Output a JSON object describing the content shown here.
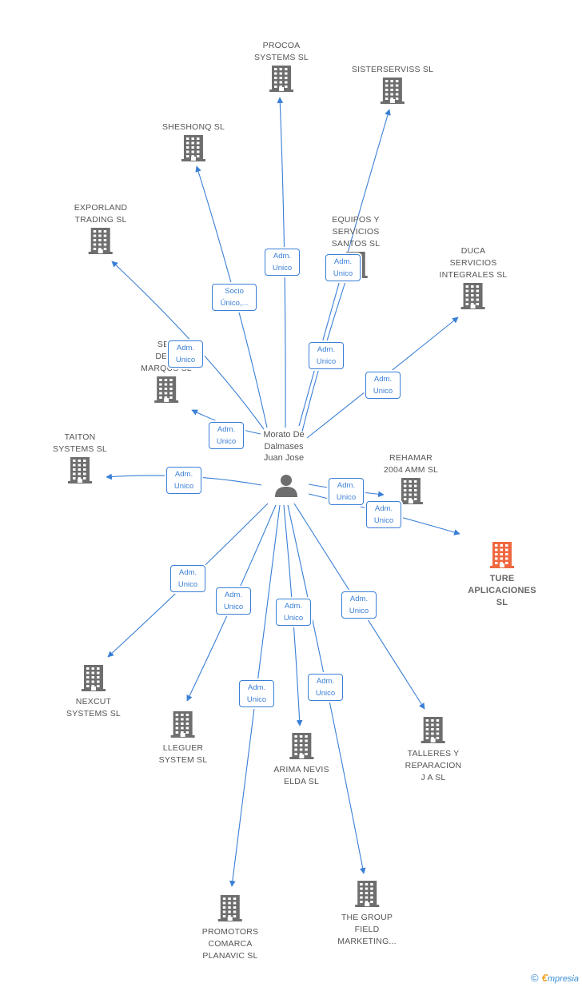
{
  "center": {
    "name": "Morato De\nDalmases\nJuan Jose",
    "icon": "person-icon"
  },
  "colors": {
    "edge": "#3a7fd6",
    "building": "#6e6e6e",
    "focus_building": "#f06840"
  },
  "nodes": [
    {
      "id": "procoa",
      "label": "PROCOA\nSYSTEMS SL"
    },
    {
      "id": "sisterserviss",
      "label": "SISTERSERVISS SL"
    },
    {
      "id": "sheshonq",
      "label": "SHESHONQ SL"
    },
    {
      "id": "exporland",
      "label": "EXPORLAND\nTRADING SL"
    },
    {
      "id": "equipos",
      "label": "EQUIPOS Y\nSERVICIOS\nSANTOS SL"
    },
    {
      "id": "duca",
      "label": "DUCA\nSERVICIOS\nINTEGRALES SL"
    },
    {
      "id": "ser",
      "label": "SER\nDE LI\nMARQUS SL"
    },
    {
      "id": "taiton",
      "label": "TAITON\nSYSTEMS SL"
    },
    {
      "id": "rehamar",
      "label": "REHAMAR\n2004 AMM SL"
    },
    {
      "id": "ture",
      "label": "TURE\nAPLICACIONES SL",
      "focus": true
    },
    {
      "id": "nexcut",
      "label": "NEXCUT\nSYSTEMS SL"
    },
    {
      "id": "lleguer",
      "label": "LLEGUER\nSYSTEM SL"
    },
    {
      "id": "arima",
      "label": "ARIMA NEVIS\nELDA SL"
    },
    {
      "id": "talleres",
      "label": "TALLERES Y\nREPARACION\nJ A SL"
    },
    {
      "id": "promotors",
      "label": "PROMOTORS\nCOMARCA\nPLANAVIC SL"
    },
    {
      "id": "thegroup",
      "label": "THE GROUP\nFIELD\nMARKETING..."
    }
  ],
  "edges": [
    {
      "to": "procoa",
      "label": "Adm.\nUnico"
    },
    {
      "to": "sisterserviss",
      "label": "Adm.\nUnico"
    },
    {
      "to": "sheshonq",
      "label": "Socio\nÚnico,..."
    },
    {
      "to": "exporland",
      "label": "Adm.\nUnico"
    },
    {
      "to": "equipos",
      "label": "Adm.\nUnico"
    },
    {
      "to": "duca",
      "label": "Adm.\nUnico"
    },
    {
      "to": "ser",
      "label": "Adm.\nUnico"
    },
    {
      "to": "taiton",
      "label": "Adm.\nUnico"
    },
    {
      "to": "rehamar",
      "label": "Adm.\nUnico"
    },
    {
      "to": "ture",
      "label": "Adm.\nUnico"
    },
    {
      "to": "nexcut",
      "label": "Adm.\nUnico"
    },
    {
      "to": "lleguer",
      "label": "Adm.\nUnico"
    },
    {
      "to": "arima",
      "label": "Adm.\nUnico"
    },
    {
      "to": "talleres",
      "label": "Adm.\nUnico"
    },
    {
      "to": "promotors",
      "label": "Adm.\nUnico"
    },
    {
      "to": "thegroup",
      "label": "Adm.\nUnico"
    }
  ],
  "footer": {
    "copyright_symbol": "©",
    "brand_initial": "€",
    "brand_rest": "mpresia"
  }
}
